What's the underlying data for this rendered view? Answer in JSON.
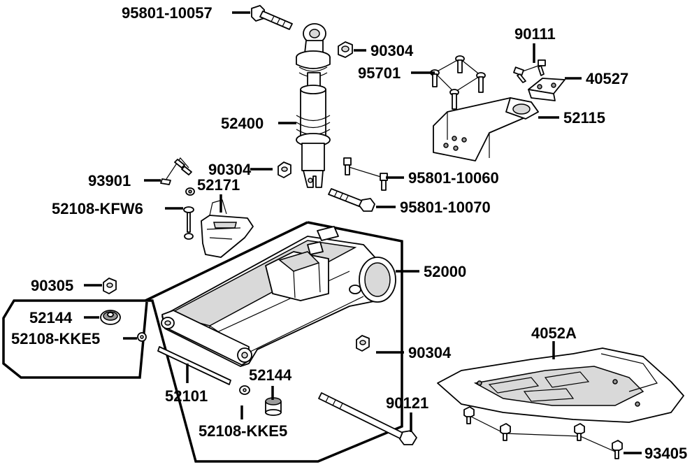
{
  "labels": {
    "p95801_10057": "95801-10057",
    "p90304_top": "90304",
    "p90111": "90111",
    "p95701": "95701",
    "p40527": "40527",
    "p52400": "52400",
    "p52115": "52115",
    "p90304_mid": "90304",
    "p93901": "93901",
    "p52171": "52171",
    "p95801_10060": "95801-10060",
    "p52108_kfw6": "52108-KFW6",
    "p95801_10070": "95801-10070",
    "p52000": "52000",
    "p90305": "90305",
    "p52144_left": "52144",
    "p52108_kke5_left": "52108-KKE5",
    "p4052a": "4052A",
    "p90304_low": "90304",
    "p52101": "52101",
    "p52144_low": "52144",
    "p90121": "90121",
    "p52108_kke5_low": "52108-KKE5",
    "p93405": "93405"
  }
}
